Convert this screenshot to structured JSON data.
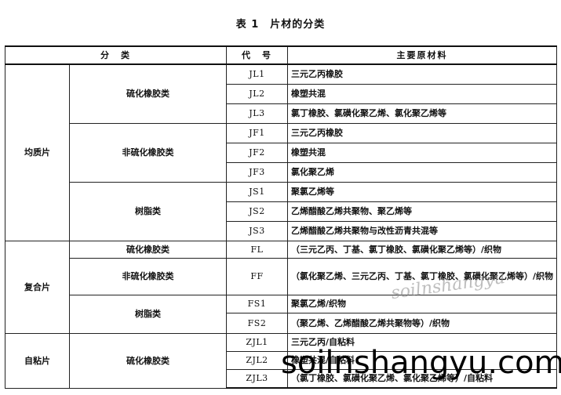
{
  "title": "表 1　片材的分类",
  "headers": {
    "category": "分　类",
    "code": "代　号",
    "material": "主要原材料"
  },
  "groups": [
    {
      "name": "均质片",
      "subgroups": [
        {
          "name": "硫化橡胶类",
          "rows": [
            {
              "code": "JL1",
              "material": "三元乙丙橡胶"
            },
            {
              "code": "JL2",
              "material": "橡塑共混"
            },
            {
              "code": "JL3",
              "material": "氯丁橡胶、氯磺化聚乙烯、氯化聚乙烯等"
            }
          ]
        },
        {
          "name": "非硫化橡胶类",
          "rows": [
            {
              "code": "JF1",
              "material": "三元乙丙橡胶"
            },
            {
              "code": "JF2",
              "material": "橡塑共混"
            },
            {
              "code": "JF3",
              "material": "氯化聚乙烯"
            }
          ]
        },
        {
          "name": "树脂类",
          "rows": [
            {
              "code": "JS1",
              "material": "聚氯乙烯等"
            },
            {
              "code": "JS2",
              "material": "乙烯醋酸乙烯共聚物、聚乙烯等"
            },
            {
              "code": "JS3",
              "material": "乙烯醋酸乙烯共聚物与改性沥青共混等"
            }
          ]
        }
      ]
    },
    {
      "name": "复合片",
      "subgroups": [
        {
          "name": "硫化橡胶类",
          "rows": [
            {
              "code": "FL",
              "material": "（三元乙丙、丁基、氯丁橡胶、氯磺化聚乙烯等）/织物"
            }
          ]
        },
        {
          "name": "非硫化橡胶类",
          "rows": [
            {
              "code": "FF",
              "material": "（氯化聚乙烯、三元乙丙、丁基、氯丁橡胶、氯磺化聚乙烯等）/织物"
            }
          ]
        },
        {
          "name": "树脂类",
          "rows": [
            {
              "code": "FS1",
              "material": "聚氯乙烯/织物"
            },
            {
              "code": "FS2",
              "material": "（聚乙烯、乙烯醋酸乙烯共聚物等）/织物"
            }
          ]
        }
      ]
    },
    {
      "name": "自粘片",
      "subgroups": [
        {
          "name": "硫化橡胶类",
          "rows": [
            {
              "code": "ZJL1",
              "material": "三元乙丙/自粘料"
            },
            {
              "code": "ZJL2",
              "material": "橡塑共混/自粘料"
            },
            {
              "code": "ZJL3",
              "material": "（氯丁橡胶、氯磺化聚乙烯、氯化聚乙烯等）/自粘料"
            }
          ]
        }
      ]
    }
  ],
  "watermark": {
    "script_text": "soilnshangyu",
    "site_text": "soilnshangyu.com"
  }
}
